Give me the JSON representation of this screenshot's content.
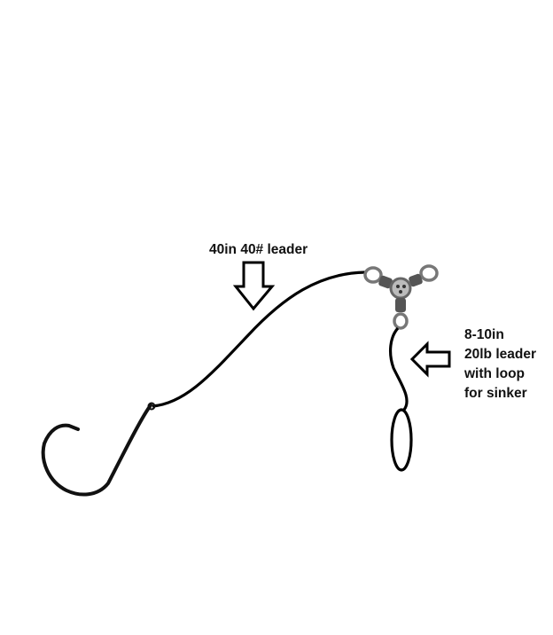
{
  "labels": {
    "main_leader": "40in 40# leader",
    "sinker_leader": [
      "8-10in",
      "20lb leader",
      "with loop",
      "for sinker"
    ]
  },
  "components": {
    "hook": "circle-hook",
    "swivel": "three-way-swivel",
    "sinker_loop": "loop"
  },
  "colors": {
    "line": "#000000",
    "swivel": "#8a8a8a"
  }
}
